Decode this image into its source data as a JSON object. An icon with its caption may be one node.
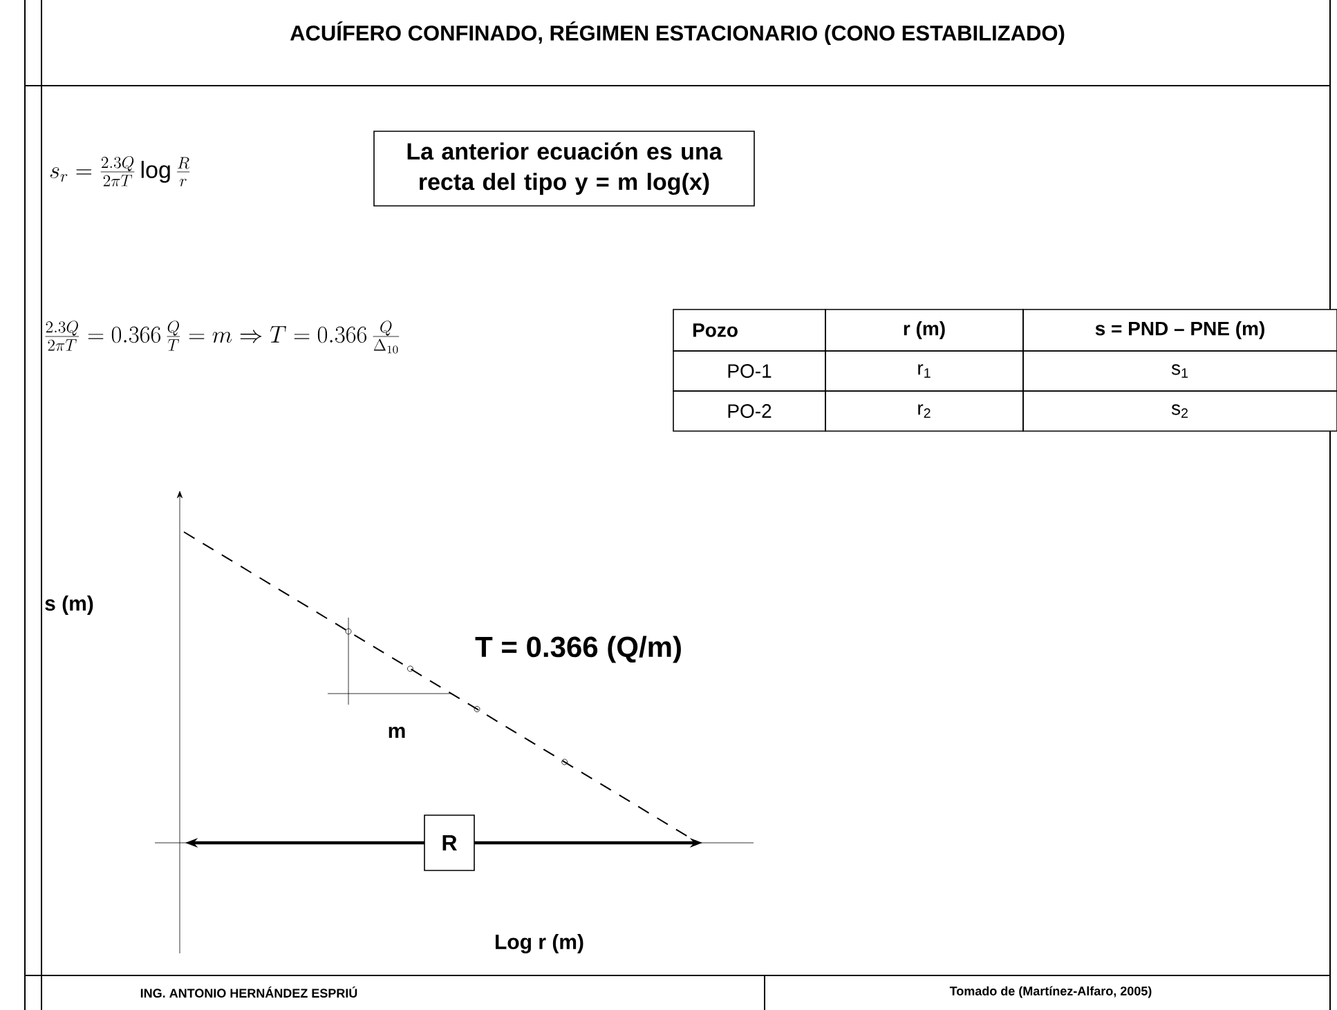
{
  "diagram": {
    "title": "ACUÍFERO CONFINADO, RÉGIMEN ESTACIONARIO (CONO ESTABILIZADO)",
    "nodes": [
      {
        "text": [
          "La anterior ecuación es una recta del tipo y = m log(x)"
        ]
      },
      {
        "text": [
          "R"
        ]
      }
    ],
    "edges": [],
    "labels": [
      "s_r = \\frac{2.3Q}{2\\pi T}\\log\\frac{R}{r}",
      "\\frac{2.3Q}{2\\pi T} = 0.366\\,\\frac{Q}{T} = m \\Rightarrow T = 0.366\\,\\frac{Q}{\\Delta_{10}}",
      "Pozo",
      "r (m)",
      "s = PND – PNE (m)",
      "PO-1",
      "r$_{1}$",
      "s$_{1}$",
      "PO-2",
      "r$_{2}$",
      "s$_{2}$",
      "s (m)",
      "T = 0.366 (Q/m)",
      "m",
      "Log r (m)",
      "ING. ANTONIO HERNÁNDEZ ESPRIÚ",
      "Tomado de (Martínez-Alfaro, 2005)"
    ]
  }
}
